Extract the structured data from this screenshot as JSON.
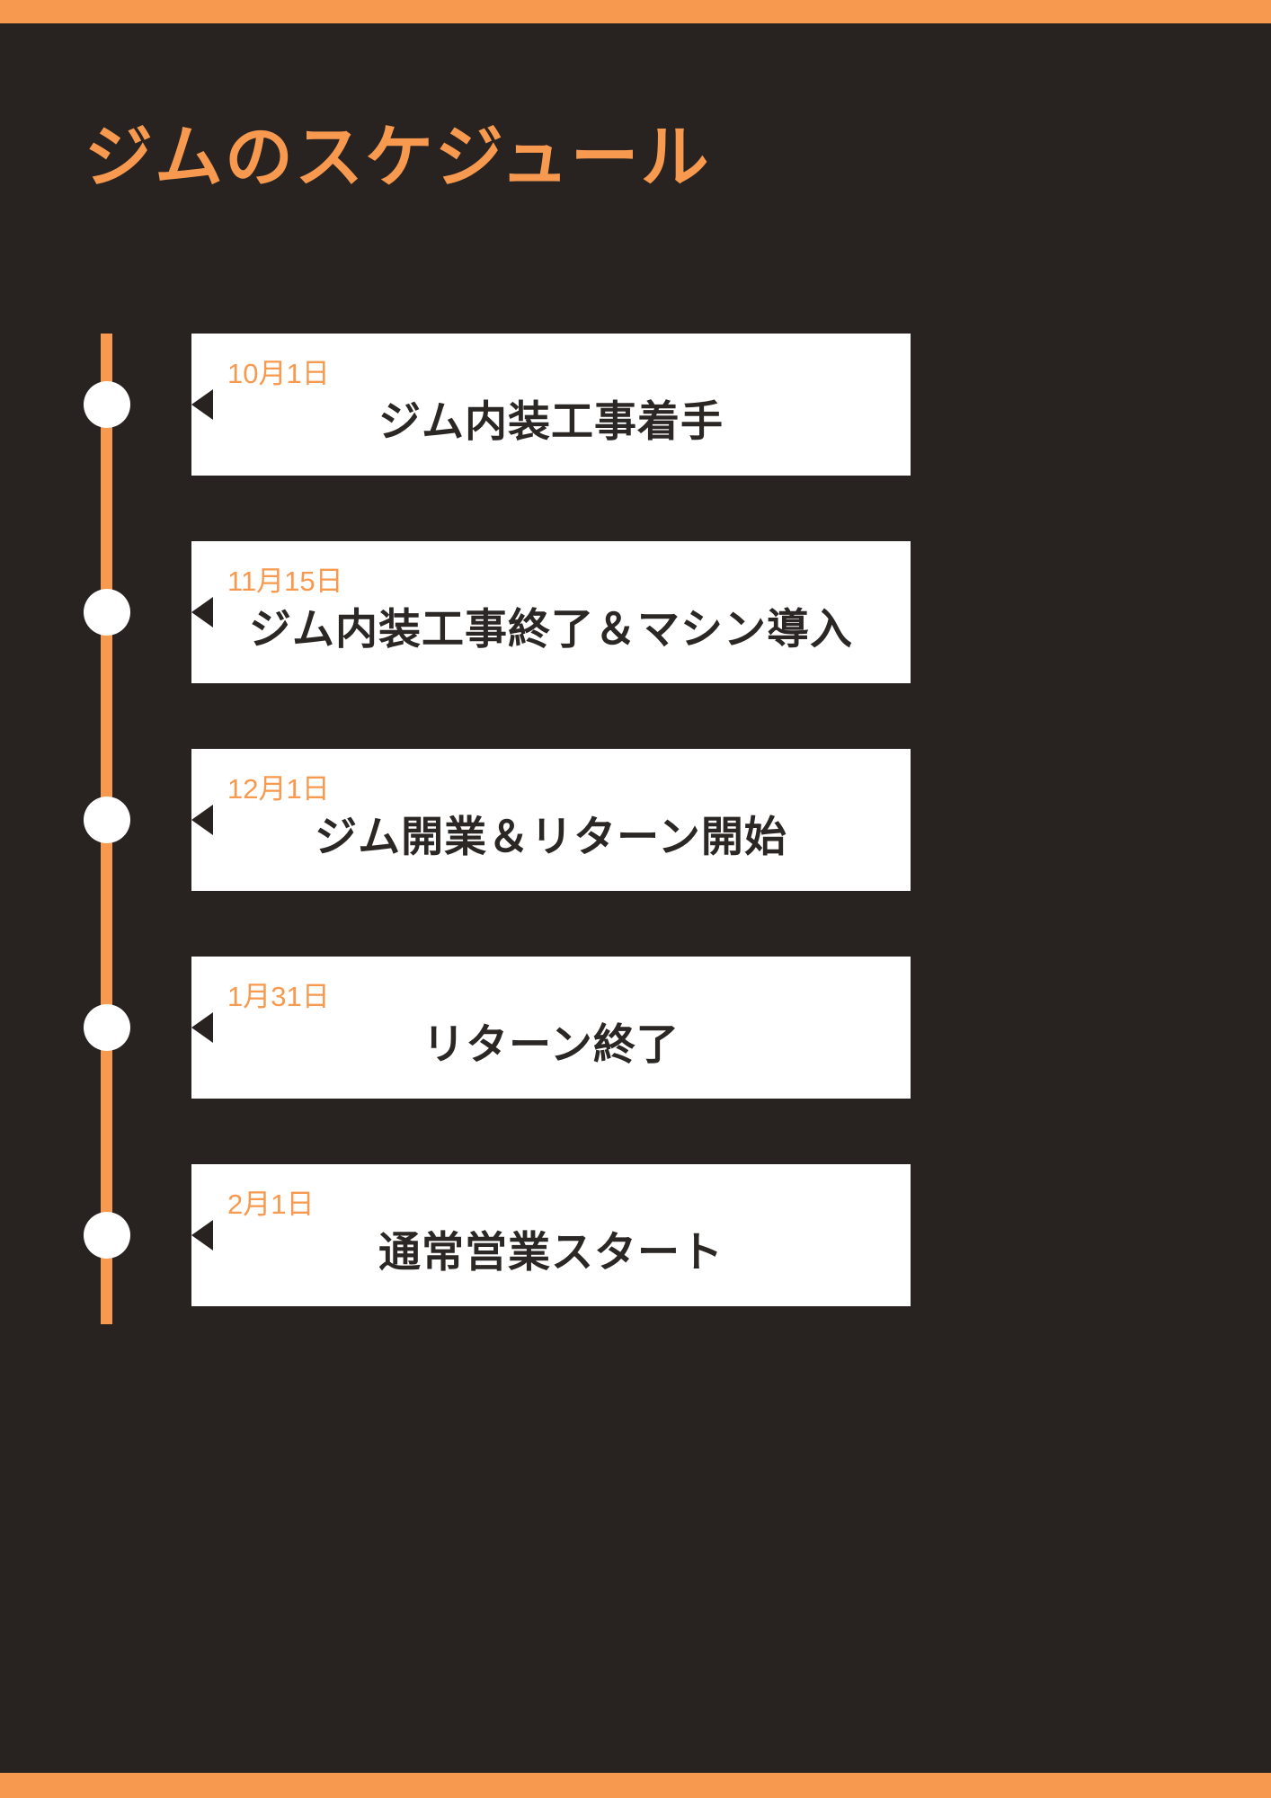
{
  "page": {
    "title": "ジムのスケジュール",
    "colors": {
      "accent_orange": "#F7994E",
      "background_dark": "#282221",
      "card_white": "#FFFFFF",
      "text_dark": "#2B2725"
    }
  },
  "timeline": {
    "items": [
      {
        "date": "10月1日",
        "label": "ジム内装工事着手"
      },
      {
        "date": "11月15日",
        "label": "ジム内装工事終了＆マシン導入"
      },
      {
        "date": "12月1日",
        "label": "ジム開業＆リターン開始"
      },
      {
        "date": "1月31日",
        "label": "リターン終了"
      },
      {
        "date": "2月1日",
        "label": "通常営業スタート"
      }
    ]
  }
}
